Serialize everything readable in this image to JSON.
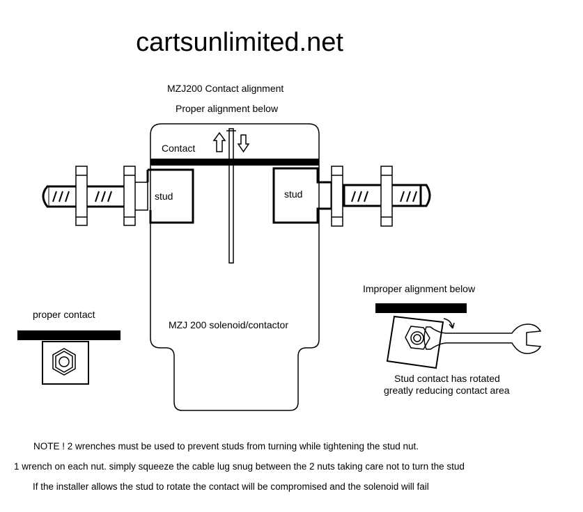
{
  "site_title": "cartsunlimited.net",
  "diagram_title": "MZJ200 Contact alignment",
  "proper_heading": "Proper alignment below",
  "labels": {
    "contact": "Contact",
    "stud_left": "stud",
    "stud_right": "stud",
    "solenoid": "MZJ 200  solenoid/contactor",
    "proper_contact": "proper contact",
    "improper_heading": "Improper alignment below",
    "rotated_line1": "Stud contact has rotated",
    "rotated_line2": "greatly reducing contact area"
  },
  "notes": [
    "NOTE ! 2 wrenches must be used to prevent studs from turning while tightening the stud nut.",
    "1 wrench on each nut. simply squeeze the cable lug snug between the 2 nuts taking care not to turn the stud",
    "If the installer allows the stud to rotate the contact will be compromised and the solenoid will fail"
  ],
  "colors": {
    "ink": "#000000",
    "background": "#ffffff"
  }
}
